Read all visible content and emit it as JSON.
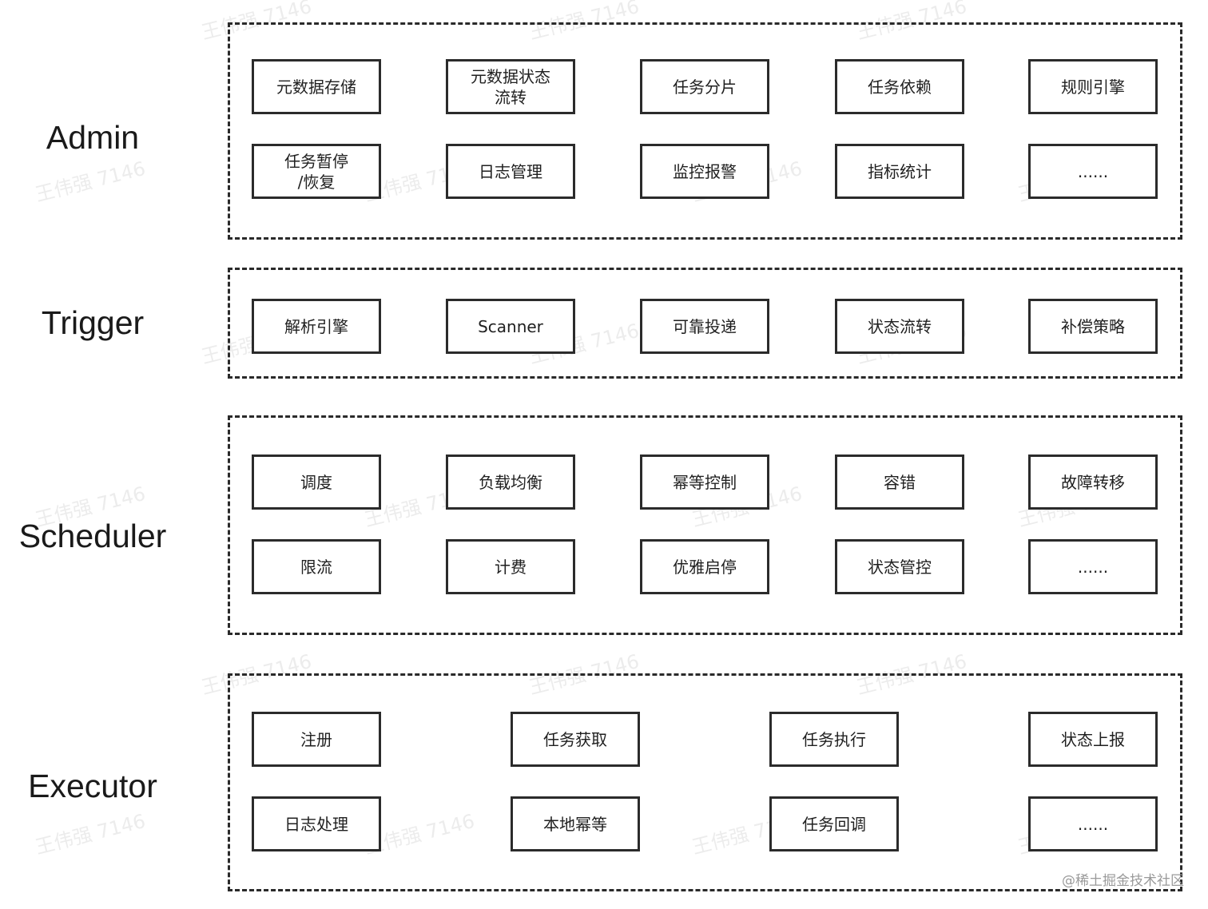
{
  "layers": {
    "admin": {
      "label": "Admin",
      "modules": [
        "元数据存储",
        "元数据状态\n流转",
        "任务分片",
        "任务依赖",
        "规则引擎",
        "任务暂停\n/恢复",
        "日志管理",
        "监控报警",
        "指标统计",
        "......"
      ]
    },
    "trigger": {
      "label": "Trigger",
      "modules": [
        "解析引擎",
        "Scanner",
        "可靠投递",
        "状态流转",
        "补偿策略"
      ]
    },
    "scheduler": {
      "label": "Scheduler",
      "modules": [
        "调度",
        "负载均衡",
        "幂等控制",
        "容错",
        "故障转移",
        "限流",
        "计费",
        "优雅启停",
        "状态管控",
        "......"
      ]
    },
    "executor": {
      "label": "Executor",
      "modules": [
        "注册",
        "任务获取",
        "任务执行",
        "状态上报",
        "日志处理",
        "本地幂等",
        "任务回调",
        "......"
      ]
    }
  },
  "watermark": "王伟强 7146",
  "credit": "@稀土掘金技术社区"
}
